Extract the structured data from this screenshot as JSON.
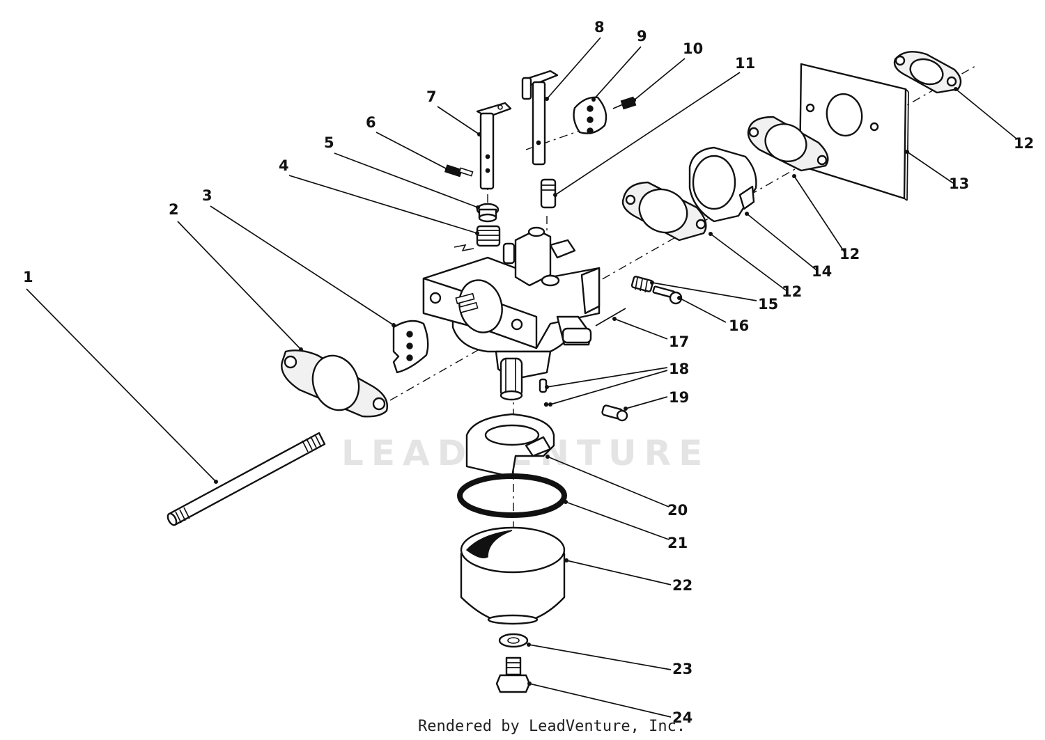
{
  "diagram": {
    "watermark": "LEADVENTURE",
    "credit": "Rendered by LeadVenture, Inc.",
    "callouts": [
      {
        "id": "c1",
        "label": "1"
      },
      {
        "id": "c2",
        "label": "2"
      },
      {
        "id": "c3",
        "label": "3"
      },
      {
        "id": "c4",
        "label": "4"
      },
      {
        "id": "c5",
        "label": "5"
      },
      {
        "id": "c6",
        "label": "6"
      },
      {
        "id": "c7",
        "label": "7"
      },
      {
        "id": "c8",
        "label": "8"
      },
      {
        "id": "c9",
        "label": "9"
      },
      {
        "id": "c10",
        "label": "10"
      },
      {
        "id": "c11",
        "label": "11"
      },
      {
        "id": "c12a",
        "label": "12"
      },
      {
        "id": "c13",
        "label": "13"
      },
      {
        "id": "c12b",
        "label": "12"
      },
      {
        "id": "c14",
        "label": "14"
      },
      {
        "id": "c12c",
        "label": "12"
      },
      {
        "id": "c15",
        "label": "15"
      },
      {
        "id": "c16",
        "label": "16"
      },
      {
        "id": "c17",
        "label": "17"
      },
      {
        "id": "c18",
        "label": "18"
      },
      {
        "id": "c19",
        "label": "19"
      },
      {
        "id": "c20",
        "label": "20"
      },
      {
        "id": "c21",
        "label": "21"
      },
      {
        "id": "c22",
        "label": "22"
      },
      {
        "id": "c23",
        "label": "23"
      },
      {
        "id": "c24",
        "label": "24"
      }
    ]
  }
}
